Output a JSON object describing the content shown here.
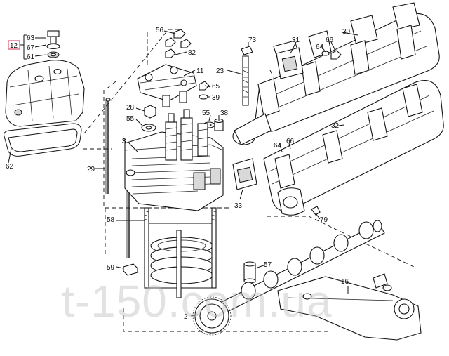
{
  "watermark": "t-150.com.ua",
  "highlight_color": "#e0607a",
  "callouts": {
    "c12": "12",
    "c63": "63",
    "c67": "67",
    "c61": "61",
    "c62": "62",
    "c56": "56",
    "c82": "82",
    "c11": "11",
    "c23": "23",
    "c73": "73",
    "c31": "31",
    "c66a": "66",
    "c64a": "64",
    "c30": "30",
    "c65": "65",
    "c39": "39",
    "c28": "28",
    "c55a": "55",
    "c55b": "55",
    "c38": "38",
    "c3": "3",
    "c29": "29",
    "c32": "32",
    "c66b": "66",
    "c64b": "64",
    "c33": "33",
    "c79": "79",
    "c58": "58",
    "c59": "59",
    "c57": "57",
    "c16": "16",
    "c2": "2"
  }
}
